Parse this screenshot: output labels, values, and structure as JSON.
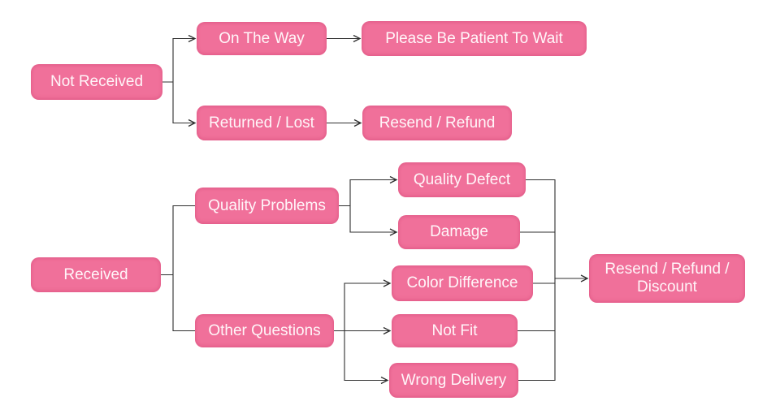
{
  "diagram": {
    "type": "flowchart",
    "nodes": {
      "not_received": {
        "label": "Not Received"
      },
      "on_the_way": {
        "label": "On The Way"
      },
      "please_be_patient": {
        "label": "Please Be Patient To Wait"
      },
      "returned_lost": {
        "label": "Returned / Lost"
      },
      "resend_refund": {
        "label": "Resend / Refund"
      },
      "received": {
        "label": "Received"
      },
      "quality_problems": {
        "label": "Quality Problems"
      },
      "quality_defect": {
        "label": "Quality Defect"
      },
      "damage": {
        "label": "Damage"
      },
      "other_questions": {
        "label": "Other Questions"
      },
      "color_difference": {
        "label": "Color Difference"
      },
      "not_fit": {
        "label": "Not Fit"
      },
      "wrong_delivery": {
        "label": "Wrong Delivery"
      },
      "resend_refund_discount": {
        "label": "Resend / Refund / Discount"
      }
    },
    "edges": [
      {
        "from": "Not Received",
        "to": "On The Way",
        "arrow": true
      },
      {
        "from": "Not Received",
        "to": "Returned / Lost",
        "arrow": true
      },
      {
        "from": "On The Way",
        "to": "Please Be Patient To Wait",
        "arrow": true
      },
      {
        "from": "Returned / Lost",
        "to": "Resend / Refund",
        "arrow": true
      },
      {
        "from": "Received",
        "to": "Quality Problems",
        "arrow": false
      },
      {
        "from": "Received",
        "to": "Other Questions",
        "arrow": false
      },
      {
        "from": "Quality Problems",
        "to": "Quality Defect",
        "arrow": true
      },
      {
        "from": "Quality Problems",
        "to": "Damage",
        "arrow": true
      },
      {
        "from": "Other Questions",
        "to": "Color Difference",
        "arrow": true
      },
      {
        "from": "Other Questions",
        "to": "Not Fit",
        "arrow": true
      },
      {
        "from": "Other Questions",
        "to": "Wrong Delivery",
        "arrow": true
      },
      {
        "from": "Quality Defect",
        "to": "Resend / Refund / Discount",
        "arrow": true
      },
      {
        "from": "Damage",
        "to": "Resend / Refund / Discount",
        "arrow": true
      },
      {
        "from": "Color Difference",
        "to": "Resend / Refund / Discount",
        "arrow": true
      },
      {
        "from": "Not Fit",
        "to": "Resend / Refund / Discount",
        "arrow": true
      },
      {
        "from": "Wrong Delivery",
        "to": "Resend / Refund / Discount",
        "arrow": true
      }
    ],
    "colors": {
      "node_fill": "#F0709A",
      "node_text": "#FFF6F9",
      "connector": "#2F2F2F"
    }
  }
}
